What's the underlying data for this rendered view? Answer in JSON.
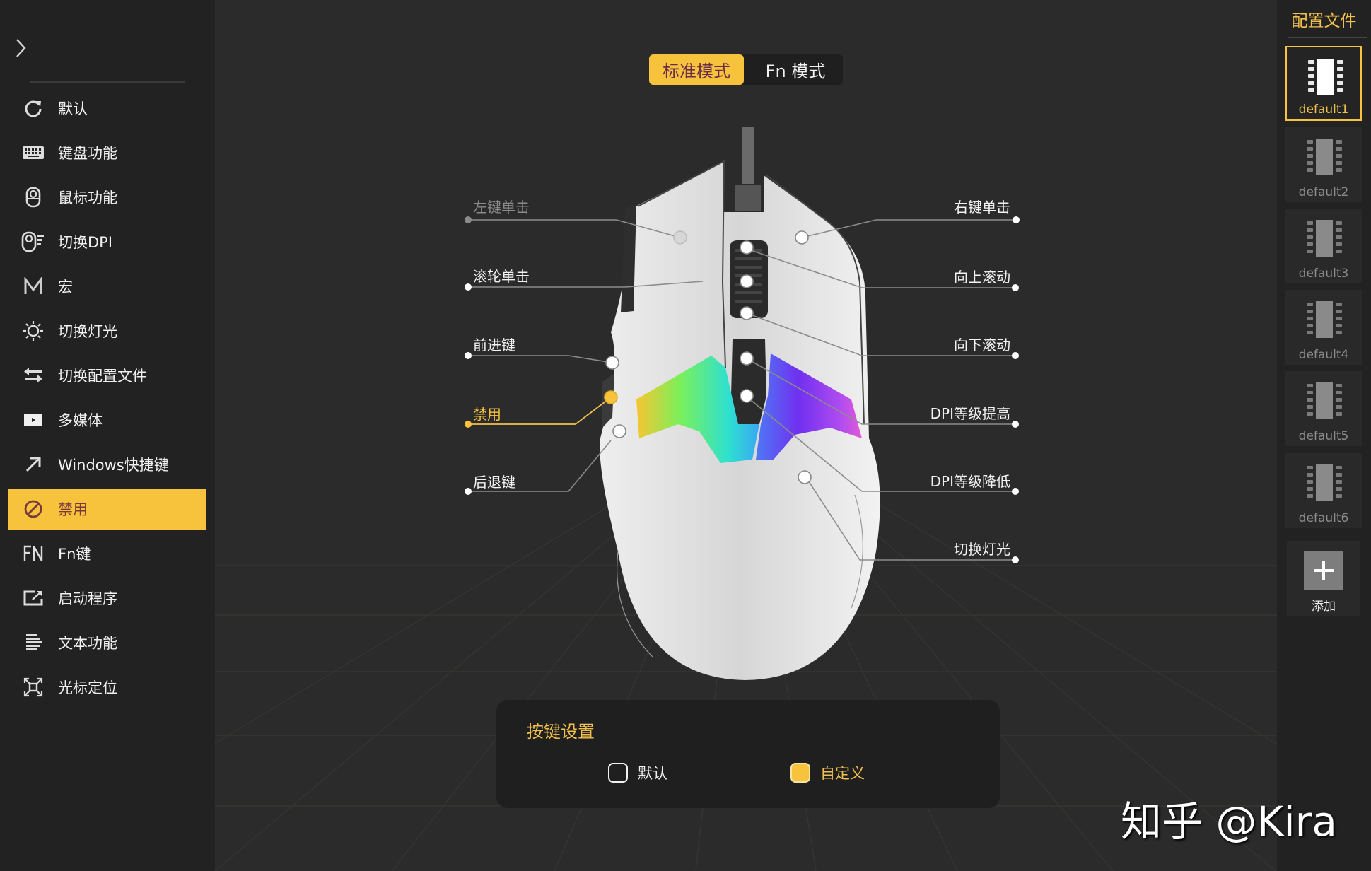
{
  "sidebar": {
    "toggle_icon": "chevron-right-icon",
    "items": [
      {
        "label": "默认",
        "icon": "reset-icon"
      },
      {
        "label": "键盘功能",
        "icon": "keyboard-icon"
      },
      {
        "label": "鼠标功能",
        "icon": "mouse-icon"
      },
      {
        "label": "切换DPI",
        "icon": "dpi-icon"
      },
      {
        "label": "宏",
        "icon": "macro-icon"
      },
      {
        "label": "切换灯光",
        "icon": "light-icon"
      },
      {
        "label": "切换配置文件",
        "icon": "switch-profile-icon"
      },
      {
        "label": "多媒体",
        "icon": "media-icon"
      },
      {
        "label": "Windows快捷键",
        "icon": "shortcut-arrow-icon"
      },
      {
        "label": "禁用",
        "icon": "disable-icon",
        "selected": true
      },
      {
        "label": "Fn键",
        "icon": "fn-icon"
      },
      {
        "label": "启动程序",
        "icon": "launch-program-icon"
      },
      {
        "label": "文本功能",
        "icon": "text-icon"
      },
      {
        "label": "光标定位",
        "icon": "cursor-position-icon"
      }
    ]
  },
  "mode_tabs": {
    "standard": "标准模式",
    "fn": "Fn 模式",
    "active": "standard"
  },
  "callouts": {
    "left": [
      {
        "label": "左键单击",
        "state": "dim"
      },
      {
        "label": "滚轮单击",
        "state": "normal"
      },
      {
        "label": "前进键",
        "state": "normal"
      },
      {
        "label": "禁用",
        "state": "highlight"
      },
      {
        "label": "后退键",
        "state": "normal"
      }
    ],
    "right": [
      {
        "label": "右键单击"
      },
      {
        "label": "向上滚动"
      },
      {
        "label": "向下滚动"
      },
      {
        "label": "DPI等级提高"
      },
      {
        "label": "DPI等级降低"
      },
      {
        "label": "切换灯光"
      }
    ]
  },
  "key_settings": {
    "title": "按键设置",
    "options": [
      {
        "label": "默认",
        "checked": false
      },
      {
        "label": "自定义",
        "checked": true
      }
    ]
  },
  "profiles": {
    "title": "配置文件",
    "items": [
      {
        "label": "default1",
        "active": true
      },
      {
        "label": "default2",
        "active": false
      },
      {
        "label": "default3",
        "active": false
      },
      {
        "label": "default4",
        "active": false
      },
      {
        "label": "default5",
        "active": false
      },
      {
        "label": "default6",
        "active": false
      }
    ],
    "add_label": "添加"
  },
  "watermark": "知乎 @Kira",
  "colors": {
    "accent": "#f8c33c",
    "accent_text": "#f2c14e",
    "selected_text": "#7a3a3c",
    "sidebar_bg": "#222222",
    "stage_bg": "#2b2b2b"
  }
}
